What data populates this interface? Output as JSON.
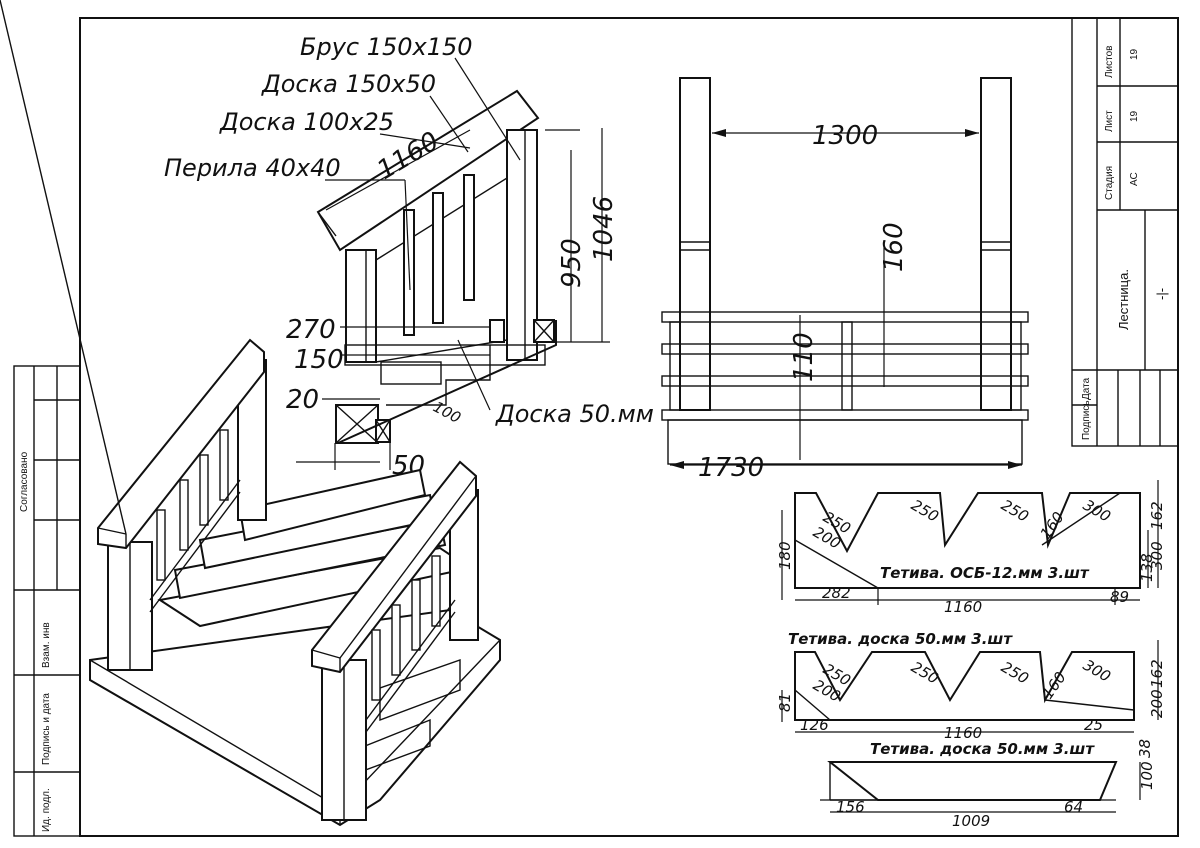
{
  "labels": {
    "brus": "Брус 150х150",
    "doska150": "Доска 150х50",
    "doska100": "Доска 100х25",
    "perila": "Перила 40х40",
    "doska50mm": "Доска 50.мм"
  },
  "side_dims": {
    "d1160": "1160",
    "d950": "950",
    "d1046": "1046",
    "d270": "270",
    "d150": "150",
    "d20": "20",
    "d50": "50",
    "d100": "100"
  },
  "front_dims": {
    "d1300": "1300",
    "d160": "160",
    "d110": "110",
    "d1730": "1730"
  },
  "stringer1": {
    "caption": "Тетива. ОСБ-12.мм 3.шт",
    "dims": [
      "250",
      "250",
      "250",
      "300",
      "200",
      "160",
      "162",
      "300",
      "138",
      "180",
      "282",
      "1160",
      "89"
    ]
  },
  "stringer2": {
    "caption": "Тетива. доска 50.мм 3.шт",
    "dims": [
      "250",
      "250",
      "250",
      "300",
      "200",
      "160",
      "162",
      "200",
      "81",
      "126",
      "1160",
      "25",
      "38"
    ]
  },
  "stringer3": {
    "caption": "Тетива. доска 50.мм 3.шт",
    "dims": [
      "156",
      "64",
      "1009",
      "100"
    ]
  },
  "title_block": {
    "stage_h": "Стадия",
    "sheet_h": "Лист",
    "sheets_h": "Листов",
    "stage": "АС",
    "sheet": "19",
    "sheets": "19",
    "name": "Лестница.",
    "dash": "-|-",
    "sign": "Подпись",
    "date": "Дата"
  },
  "left_block": {
    "agreed": "Согласовано",
    "inv_replace": "Взам. инв",
    "sign_date": "Подпись и дата",
    "inv_orig": "Ид. подл."
  }
}
